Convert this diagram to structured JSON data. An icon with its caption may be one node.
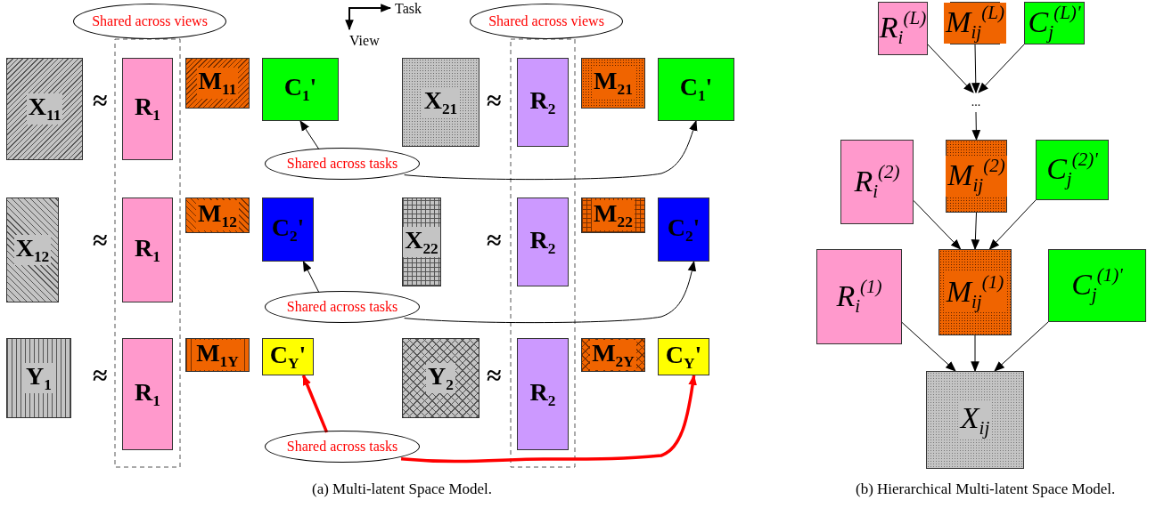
{
  "diagram": {
    "nodes": [
      {
        "text": [
          "X$_{11}$"
        ]
      },
      {
        "text": [
          "R$_{1}$"
        ]
      },
      {
        "text": [
          "M$_{11}$"
        ]
      },
      {
        "text": [
          "C$_{1}$'"
        ]
      },
      {
        "text": [
          "X$_{21}$"
        ]
      },
      {
        "text": [
          "R$_{2}$"
        ]
      },
      {
        "text": [
          "M$_{21}$"
        ]
      },
      {
        "text": [
          "C$_{1}$'"
        ]
      },
      {
        "text": [
          "X$_{12}$"
        ]
      },
      {
        "text": [
          "R$_{1}$"
        ]
      },
      {
        "text": [
          "M$_{12}$"
        ]
      },
      {
        "text": [
          "C$_{2}$'"
        ]
      },
      {
        "text": [
          "X$_{22}$"
        ]
      },
      {
        "text": [
          "R$_{2}$"
        ]
      },
      {
        "text": [
          "M$_{22}$"
        ]
      },
      {
        "text": [
          "C$_{2}$'"
        ]
      },
      {
        "text": [
          "Y$_{1}$"
        ]
      },
      {
        "text": [
          "R$_{1}$"
        ]
      },
      {
        "text": [
          "M$_{1Y}$"
        ]
      },
      {
        "text": [
          "C$_{Y}$'"
        ]
      },
      {
        "text": [
          "Y$_{2}$"
        ]
      },
      {
        "text": [
          "R$_{2}$"
        ]
      },
      {
        "text": [
          "M$_{2Y}$"
        ]
      },
      {
        "text": [
          "C$_{Y}$'"
        ]
      },
      {
        "text": [
          "Shared across views"
        ]
      },
      {
        "text": [
          "Shared across views"
        ]
      },
      {
        "text": [
          "Shared across tasks"
        ]
      },
      {
        "text": [
          "Shared across tasks"
        ]
      },
      {
        "text": [
          "Shared across tasks"
        ]
      },
      {
        "text": [
          "R$_{i}$$^{(L)}$"
        ]
      },
      {
        "text": [
          "M$_{ij}$$^{(L)}$"
        ]
      },
      {
        "text": [
          "C$_{j}$$^{(L)'}$"
        ]
      },
      {
        "text": [
          "..."
        ]
      },
      {
        "text": [
          "R$_{i}$$^{(2)}$"
        ]
      },
      {
        "text": [
          "M$_{ij}$$^{(2)}$"
        ]
      },
      {
        "text": [
          "C$_{j}$$^{(2)'}$"
        ]
      },
      {
        "text": [
          "R$_{i}$$^{(1)}$"
        ]
      },
      {
        "text": [
          "M$_{ij}$$^{(1)}$"
        ]
      },
      {
        "text": [
          "C$_{j}$$^{(1)'}$"
        ]
      },
      {
        "text": [
          "X$_{ij}$"
        ]
      }
    ],
    "edges": [
      {
        "from": 26,
        "to": 3,
        "arrow": "to"
      },
      {
        "from": 26,
        "to": 7,
        "arrow": "to"
      },
      {
        "from": 27,
        "to": 11,
        "arrow": "to"
      },
      {
        "from": 27,
        "to": 15,
        "arrow": "to"
      },
      {
        "from": 28,
        "to": 19,
        "arrow": "to",
        "style": "thick",
        "color": "#ff0000"
      },
      {
        "from": 28,
        "to": 23,
        "arrow": "to",
        "style": "thick",
        "color": "#ff0000"
      },
      {
        "from": 29,
        "to": 32,
        "arrow": "to"
      },
      {
        "from": 30,
        "to": 32,
        "arrow": "to"
      },
      {
        "from": 31,
        "to": 32,
        "arrow": "to"
      },
      {
        "from": 32,
        "to": 34,
        "arrow": "to"
      },
      {
        "from": 33,
        "to": 37,
        "arrow": "to"
      },
      {
        "from": 34,
        "to": 37,
        "arrow": "to"
      },
      {
        "from": 35,
        "to": 37,
        "arrow": "to"
      },
      {
        "from": 36,
        "to": 39,
        "arrow": "to"
      },
      {
        "from": 37,
        "to": 39,
        "arrow": "to"
      },
      {
        "from": 38,
        "to": 39,
        "arrow": "to"
      }
    ],
    "labels": [
      "Task",
      "View",
      "≈",
      "≈",
      "≈",
      "≈",
      "≈",
      "≈",
      "(a) Multi-latent Space Model.",
      "(b) Hierarchical Multi-latent Space Model."
    ]
  }
}
